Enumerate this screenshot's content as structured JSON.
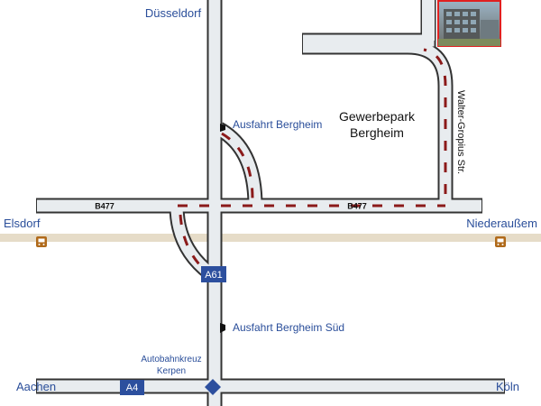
{
  "places": {
    "north": "Düsseldorf",
    "west_rail": "Elsdorf",
    "east_rail": "Niederaußem",
    "west_a4": "Aachen",
    "east_a4": "Köln"
  },
  "exits": {
    "bergheim": "Ausfahrt Bergheim",
    "bergheim_sued": "Ausfahrt Bergheim Süd"
  },
  "interchange": {
    "line1": "Autobahnkreuz",
    "line2": "Kerpen"
  },
  "area": {
    "line1": "Gewerbepark",
    "line2": "Bergheim"
  },
  "streets": {
    "walter_gropius": "Walter-Gropius Str."
  },
  "roads": {
    "b477_west": "B477",
    "b477_east": "B477",
    "a61": "A61",
    "a4": "A4"
  },
  "icons": {
    "rail": "rail-station-icon",
    "exit": "exit-flag-icon",
    "interchange": "interchange-diamond-icon",
    "building": "building-photo-icon"
  },
  "colors": {
    "road_fill": "#e8ecef",
    "road_outline": "#333333",
    "route": "#8b1a1a",
    "rail": "#e6dcc8",
    "shield": "#2c4f9e",
    "label_blue": "#2a4e9a",
    "photo_border": "#e02020"
  }
}
